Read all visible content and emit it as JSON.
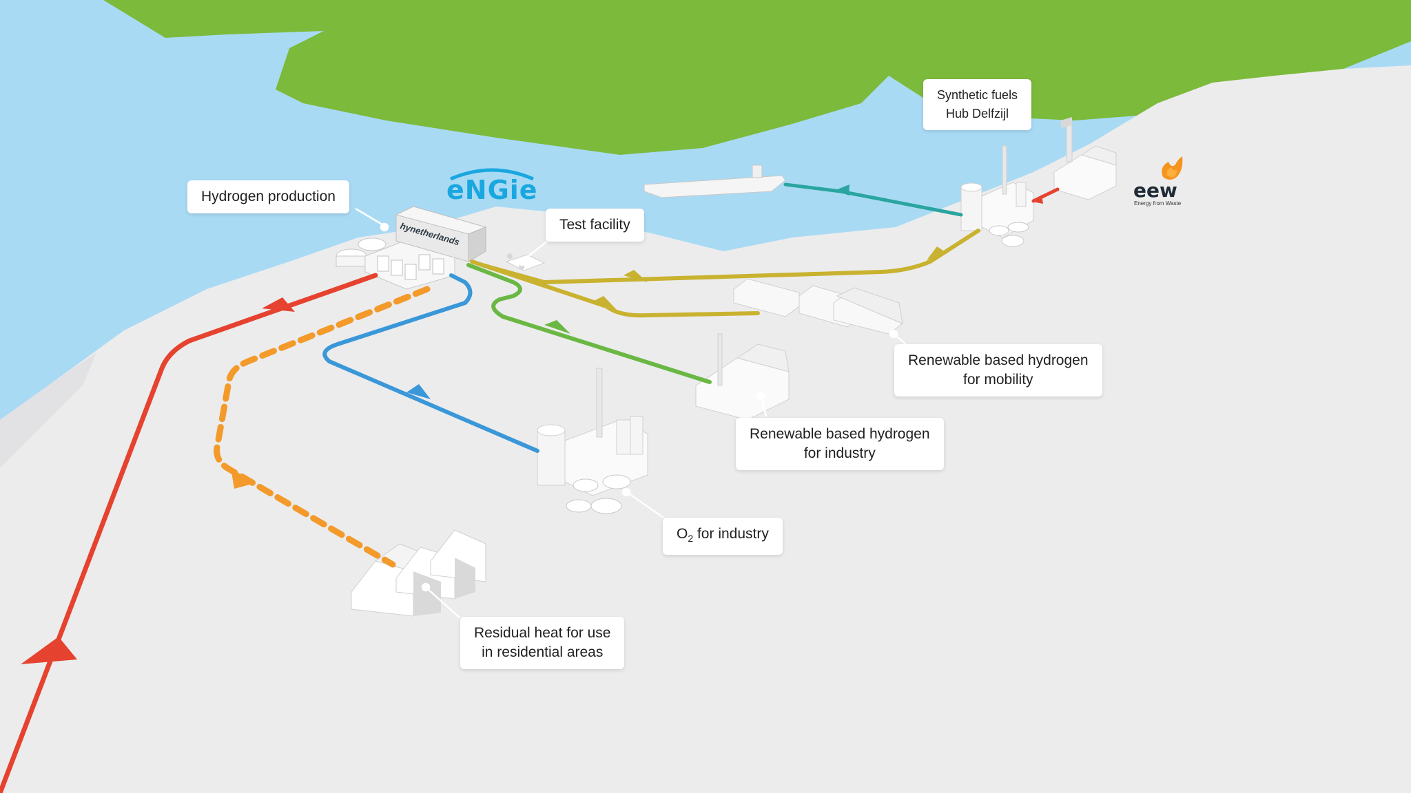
{
  "callouts": {
    "hydrogen_production": "Hydrogen production",
    "test_facility": "Test facility",
    "synthetic_fuels_line1": "Synthetic fuels",
    "synthetic_fuels_line2": "Hub Delfzijl",
    "mobility_line1": "Renewable based hydrogen",
    "mobility_line2": "for mobility",
    "industry_line1": "Renewable based hydrogen",
    "industry_line2": "for industry",
    "o2_prefix": "O",
    "o2_subscript": "2",
    "o2_suffix": " for industry",
    "residual_line1": "Residual heat for use",
    "residual_line2": "in residential areas"
  },
  "logos": {
    "engie": "eNGie",
    "eew": "eew",
    "eew_tagline": "Energy from Waste",
    "hynetherlands": "hynetherlands"
  },
  "colors": {
    "water": "#a9daf4",
    "land_far": "#7cba3c",
    "ground": "#ebebec",
    "red_flow": "#e5432f",
    "orange_flow": "#f39a2b",
    "blue_flow": "#3a97d8",
    "green_flow": "#6ab843",
    "yellow_flow": "#c9b22f",
    "teal_flow": "#2aa5a0",
    "engie_blue": "#1aa7e0",
    "eew_orange": "#f7941d"
  }
}
